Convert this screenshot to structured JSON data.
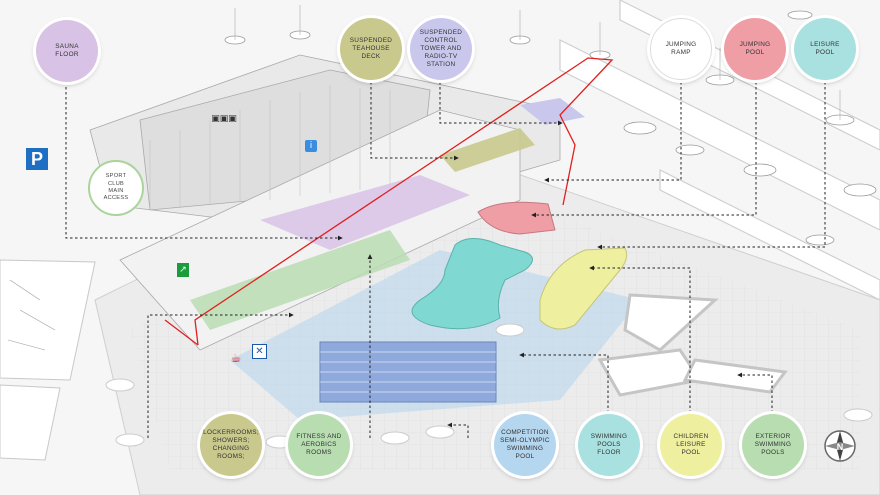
{
  "labels": {
    "sauna_floor": "SAUNA\nFLOOR",
    "suspended_teahouse_deck": "SUSPENDED\nTEAHOUSE\nDECK",
    "suspended_control_tower": "SUSPENDED\nCONTROL\nTOWER AND\nRADIO-TV\nSTATION",
    "jumping_ramp": "JUMPING\nRAMP",
    "jumping_pool": "JUMPING\nPOOL",
    "leisure_pool": "LEISURE\nPOOL",
    "sport_club_main_access": "SPORT\nCLUB\nMAIN\nACCESS",
    "lockerrooms": "LOCKERROOMS;\nSHOWERS;\nCHANGING\nROOMS;",
    "fitness_aerobics": "FITNESS AND\nAEROBICS\nROOMS",
    "competition_pool": "COMPETITION\nSEMI-OLYMPIC\nSWIMMING\nPOOL",
    "swimming_pools_floor": "SWIMMING\nPOOLS\nFLOOR",
    "children_leisure_pool": "CHILDREN\nLEISURE\nPOOL",
    "exterior_swimming_pools": "EXTERIOR\nSWIMMING\nPOOLS"
  },
  "signs": {
    "parking": "P",
    "compass": "N"
  },
  "icons": [
    "parking-sign-icon",
    "info-icon",
    "exit-icon",
    "cafe-cup-icon",
    "restroom-icon",
    "people-icon",
    "north-compass-icon",
    "yacht-icon"
  ],
  "colors": {
    "sauna": "#d8c3e6",
    "teahouse": "#c9c98e",
    "control_tower": "#c9c8ec",
    "jumping_pool": "#ef9ea6",
    "leisure_pool": "#7fd8d2",
    "children_pool": "#eeef9f",
    "competition_pool": "#8fa9dc",
    "pools_floor": "#b4d6ef",
    "fitness": "#b8ddb1",
    "outline": "#e02020"
  }
}
